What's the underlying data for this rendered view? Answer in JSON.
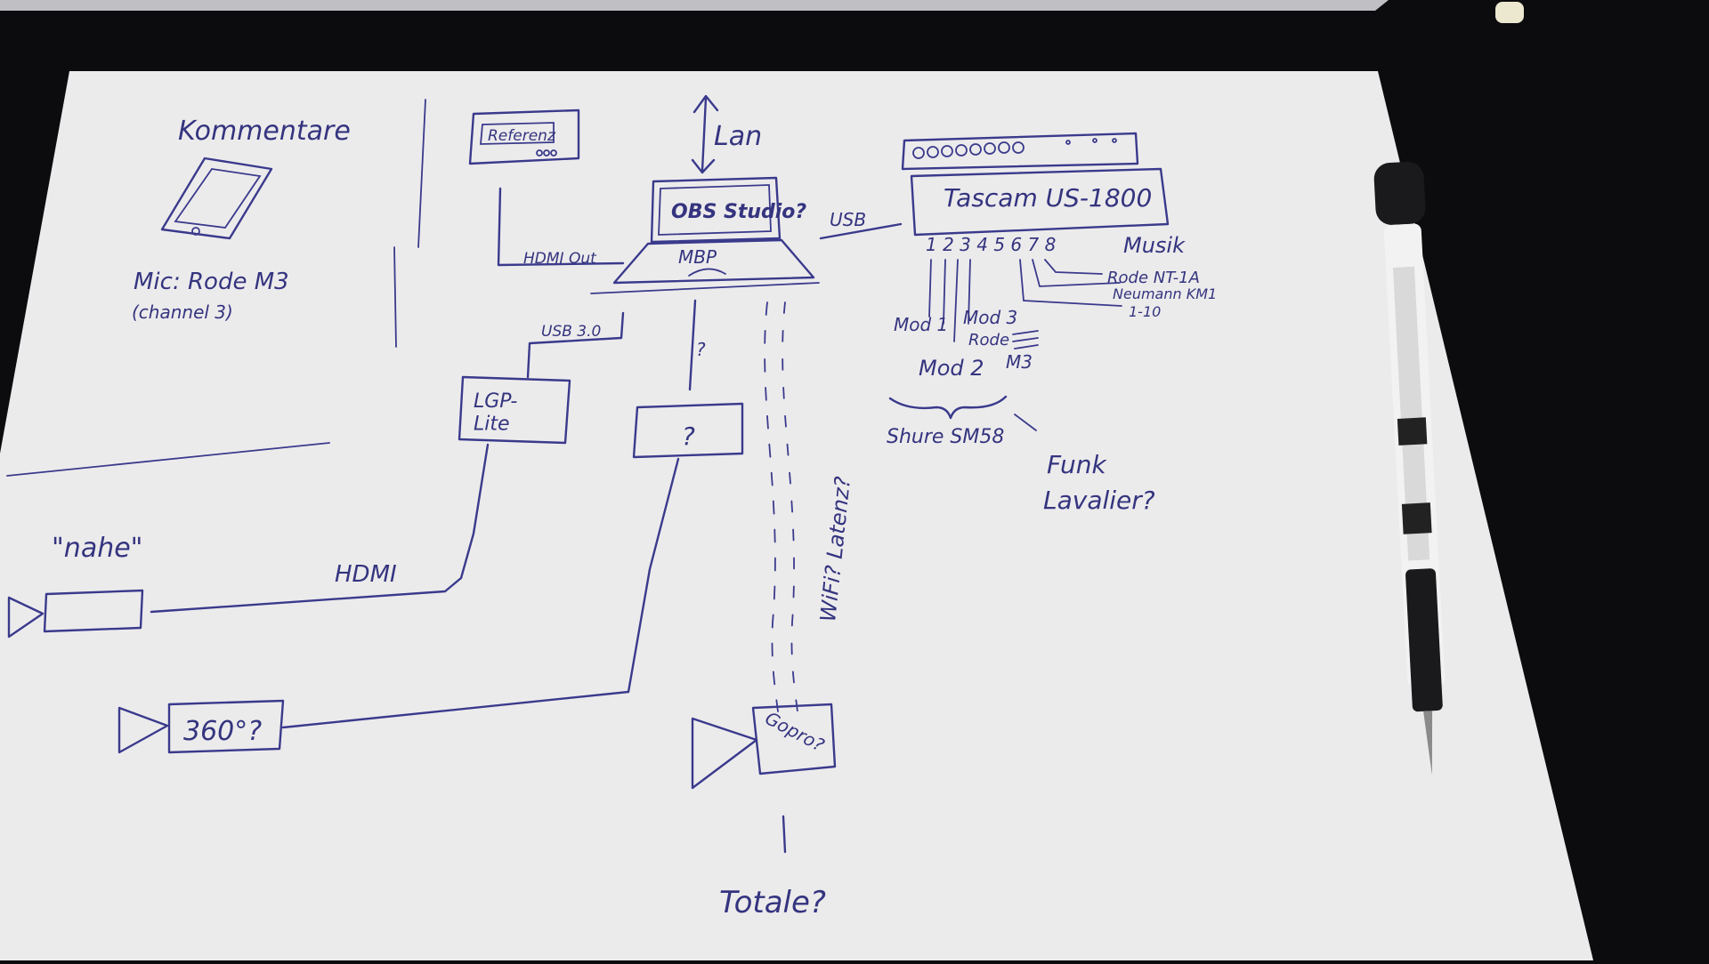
{
  "colors": {
    "paper": "#ecebec",
    "ink": "#3a3a8c",
    "background": "#0c0c0f",
    "pen_body": "#f2f2f2",
    "pen_cap": "#1a1a1c"
  },
  "sketch": {
    "kommentare_section": {
      "title": "Kommentare",
      "mic_label": "Mic: Rode M3",
      "channel_label": "(channel 3)",
      "device_icon": "tablet-icon"
    },
    "computer": {
      "screen_label": "OBS Studio?",
      "laptop_label": "MBP",
      "lan_label": "Lan",
      "hdmi_out_label": "HDMI Out",
      "usb_label": "USB",
      "usb30_label": "USB 3.0",
      "question_label": "?"
    },
    "reference_monitor": {
      "label": "Referenz"
    },
    "capture": {
      "lgp_label": "LGP-\nLite",
      "unknown_box_label": "?"
    },
    "cameras": {
      "nahe_label": "\"nahe\"",
      "hdmi_label": "HDMI",
      "cam360_label": "360°?",
      "gopro_label": "Gopro?",
      "wifi_label": "WiFi? Latenz?",
      "totale_label": "Totale?"
    },
    "interface": {
      "name": "Tascam US-1800",
      "music_label": "Musik",
      "channel_numbers": "1 2 3 4 5 6 7 8",
      "inputs": [
        "Rode NT-1A",
        "Neumann KM1",
        "1-10"
      ],
      "mod1_label": "Mod 1",
      "mod2_label": "Mod 2",
      "mod3_label": "Mod 3",
      "rode_label": "Rode",
      "m3_label": "M3",
      "shure_label": "Shure SM58",
      "funk_label": "Funk",
      "lavalier_label": "Lavalier?"
    }
  }
}
